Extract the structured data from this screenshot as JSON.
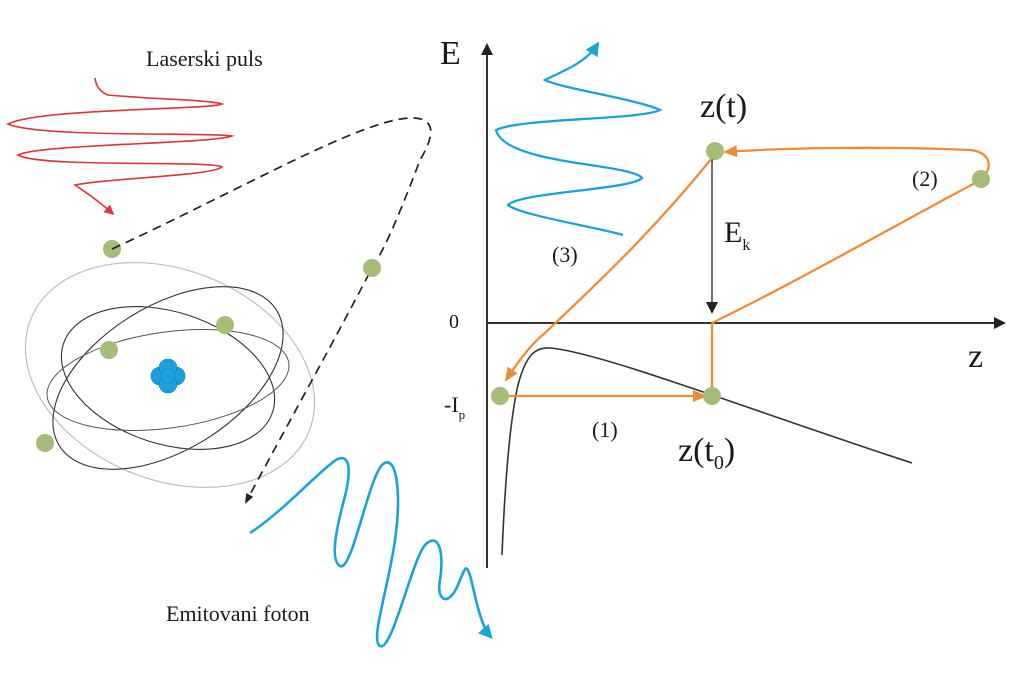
{
  "labels": {
    "laser_pulse": "Laserski puls",
    "emitted_photon": "Emitovani foton",
    "axis_e": "E",
    "axis_z": "z",
    "zero": "0",
    "ionization_main": "-I",
    "ionization_sub": "p",
    "z_t": "z(t)",
    "z_t0_main": "z(t",
    "z_t0_sub": "0",
    "z_t0_close": ")",
    "kinetic_main": "E",
    "kinetic_sub": "k",
    "step1": "(1)",
    "step2": "(2)",
    "step3": "(3)"
  },
  "colors": {
    "laser": "#d9363e",
    "photon": "#1aa3d9",
    "trajectory": "#ee8c35",
    "electron": "#a5bd76",
    "nucleus": "#1ea0e0",
    "axis": "#333333",
    "orbit_light": "#bdbdbd",
    "orbit_dark": "#333333"
  },
  "icons": {
    "nucleus": "nucleus-icon",
    "electron": "electron-icon"
  }
}
